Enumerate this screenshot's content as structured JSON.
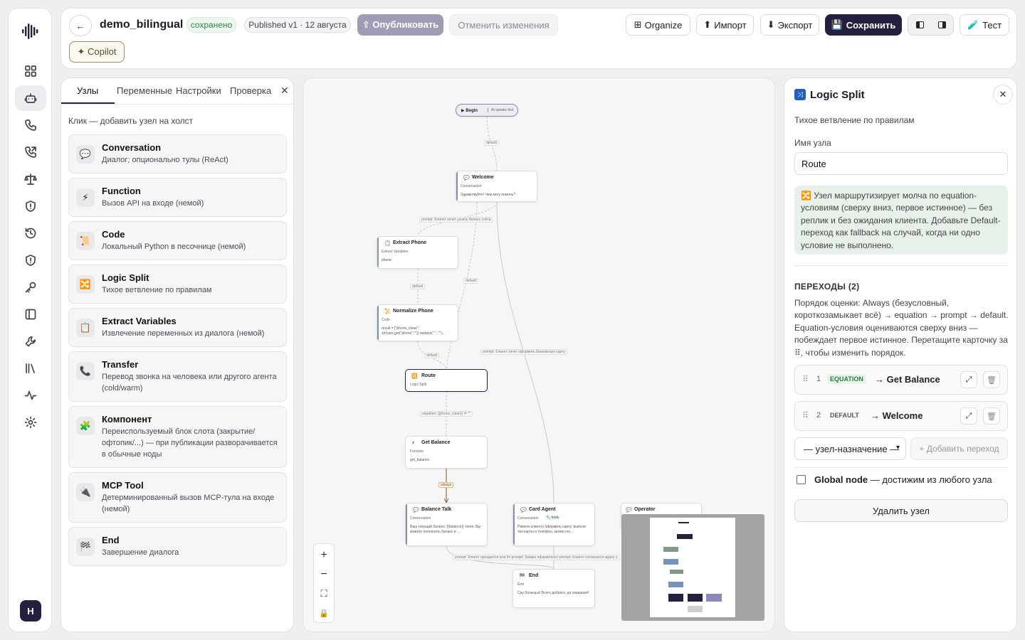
{
  "colors": {
    "accent": "#23213f",
    "publish_bg": "#a09cb5",
    "saved_green": "#2f8a4f",
    "info_bg": "#e8f0ea",
    "logic_blue": "#1f5fbf"
  },
  "rail": {
    "items": [
      "dashboard-icon",
      "bot-icon",
      "phone-icon",
      "phone-outgoing-icon",
      "scale-icon",
      "shield-icon",
      "history-icon",
      "shield-check-icon",
      "key-icon",
      "panel-icon",
      "tool-icon",
      "library-icon",
      "activity-icon",
      "gear-icon"
    ],
    "avatar": "H"
  },
  "topbar": {
    "back": "←",
    "project_name": "demo_bilingual",
    "saved_badge": "сохранено",
    "published_badge": "Published v1 · 12 августа",
    "publish_button": "⇧ Опубликовать",
    "discard_button": "Отменить изменения",
    "organize_button": "Organize",
    "import_button": "Импорт",
    "export_button": "Экспорт",
    "save_button": "Сохранить",
    "test_button": "Тест",
    "copilot_button": "✦ Copilot"
  },
  "left_panel": {
    "tabs": [
      "Узлы",
      "Переменные",
      "Настройки",
      "Проверка"
    ],
    "hint": "Клик — добавить узел на холст",
    "items": [
      {
        "icon": "chat-icon",
        "glyph": "💬",
        "title": "Conversation",
        "desc": "Диалог; опционально тулы (ReAct)"
      },
      {
        "icon": "lightning-icon",
        "glyph": "⚡",
        "title": "Function",
        "desc": "Вызов API на входе (немой)"
      },
      {
        "icon": "scroll-icon",
        "glyph": "📜",
        "title": "Code",
        "desc": "Локальный Python в песочнице (немой)"
      },
      {
        "icon": "shuffle-icon",
        "glyph": "🔀",
        "title": "Logic Split",
        "desc": "Тихое ветвление по правилам"
      },
      {
        "icon": "clipboard-icon",
        "glyph": "📋",
        "title": "Extract Variables",
        "desc": "Извлечение переменных из диалога (немой)"
      },
      {
        "icon": "phone-transfer-icon",
        "glyph": "📞",
        "title": "Transfer",
        "desc": "Перевод звонка на человека или другого агента (cold/warm)"
      },
      {
        "icon": "puzzle-icon",
        "glyph": "🧩",
        "title": "Компонент",
        "desc": "Переиспользуемый блок слота (закрытие/офтопик/...) — при публикации разворачивается в обычные ноды"
      },
      {
        "icon": "plug-icon",
        "glyph": "🔌",
        "title": "MCP Tool",
        "desc": "Детерминированный вызов MCP-тула на входе (немой)"
      },
      {
        "icon": "flag-icon",
        "glyph": "🏁",
        "title": "End",
        "desc": "Завершение диалога"
      }
    ]
  },
  "canvas": {
    "nodes": {
      "begin": {
        "title": "▶ Begin",
        "sub": "AI speaks first"
      },
      "welcome": {
        "title": "Welcome",
        "type": "Conversation",
        "body": "Здравствуйте! Чем могу помочь?"
      },
      "extract_phone": {
        "title": "Extract Phone",
        "type": "Extract Variables",
        "body": "phone"
      },
      "normalize_phone": {
        "title": "Normalize Phone",
        "type": "Code",
        "body": "result = {\"phone_clean\": str(vars.get(\"phone\",\"\")).replace(\" \", \"\")..."
      },
      "route": {
        "title": "Route",
        "type": "Logic Split"
      },
      "get_balance": {
        "title": "Get Balance",
        "type": "Function",
        "body": "get_balance"
      },
      "balance_talk": {
        "title": "Balance Talk",
        "type": "Conversation",
        "body": "Ваш текущий баланс: {{balance}} тенге. Вы можете пополнить баланс в ..."
      },
      "card_agent": {
        "title": "Card Agent",
        "type": "Conversation",
        "tag": "🔧 tools",
        "body": "Помоги клиенту оформить карту: выясни тип карты и телефон, затем соз..."
      },
      "operator": {
        "title": "Operator"
      },
      "end": {
        "title": "End",
        "type": "End",
        "body": "Сау болыңыз! Всего доброго, до свидания!"
      }
    },
    "edges": {
      "e1": "default",
      "e2": "prompt: Клиент хочет узнать баланс счёта",
      "e3": "default",
      "e4": "default",
      "e5": "prompt: Клиент хочет оформить банковскую карту",
      "e6": "default",
      "e7": "equation: {{phone_clean}} != \"\"",
      "e8": "always",
      "e9": "prompt: Клиент прощается или бл prompt: Заявка оформлена | prompt: Клиент согласился ждать о"
    },
    "zoom_controls": [
      "+",
      "−",
      "⛶",
      "🔒"
    ]
  },
  "right_panel": {
    "title": "Logic Split",
    "subtitle": "Тихое ветвление по правилам",
    "name_label": "Имя узла",
    "name_value": "Route",
    "info": "🔀 Узел маршрутизирует молча по equation-условиям (сверху вниз, первое истинное) — без реплик и без ожидания клиента. Добавьте Default-переход как fallback на случай, когда ни одно условие не выполнено.",
    "transitions_heading": "ПЕРЕХОДЫ (2)",
    "transitions_help": "Порядок оценки: Always (безусловный, короткозамыкает всё) → equation → prompt → default. Equation-условия оцениваются сверху вниз — побеждает первое истинное. Перетащите карточку за ⠿, чтобы изменить порядок.",
    "transitions": [
      {
        "index": "1",
        "kind": "EQUATION",
        "target": "→ Get Balance"
      },
      {
        "index": "2",
        "kind": "DEFAULT",
        "target": "→ Welcome"
      }
    ],
    "target_select": "— узел-назначение —",
    "add_transition": "+ Добавить переход",
    "global_label": "Global node",
    "global_desc": " — достижим из любого узла",
    "delete_button": "Удалить узел"
  }
}
